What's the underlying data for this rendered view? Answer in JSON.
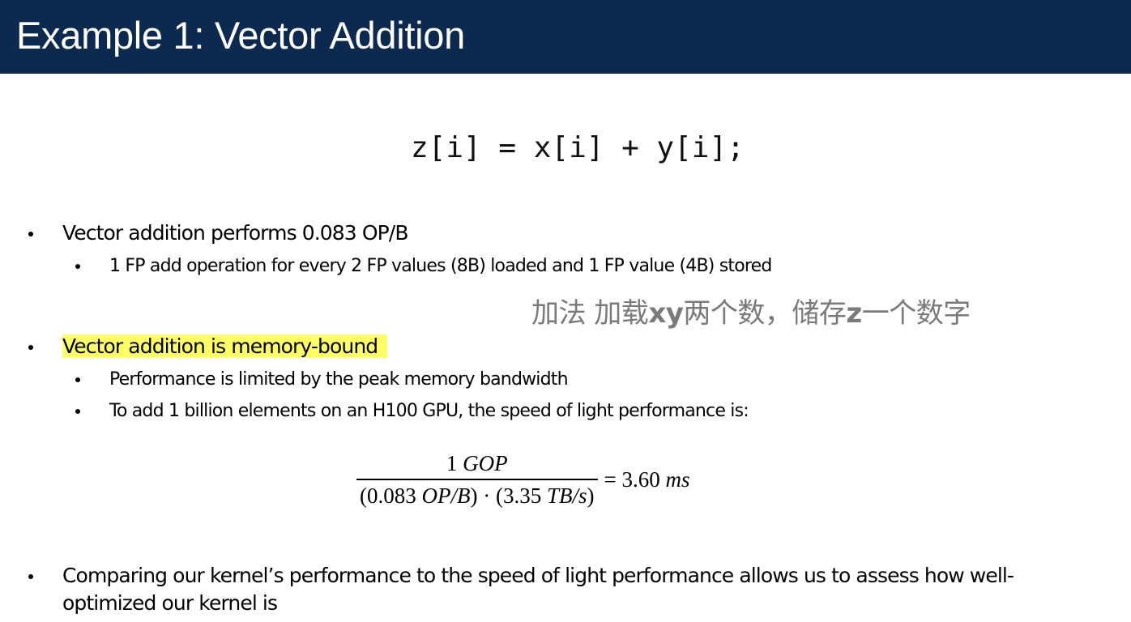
{
  "slide": {
    "title": "Example 1: Vector Addition",
    "code": "z[i] = x[i] + y[i];",
    "bullets": [
      {
        "text": "Vector addition performs 0.083 OP/B",
        "sub": [
          "1 FP add operation for every 2 FP values (8B) loaded and 1 FP value (4B) stored"
        ]
      },
      {
        "text": "Vector addition is memory-bound",
        "highlighted": true,
        "highlight_color": "#ffff66",
        "sub": [
          "Performance is limited by the peak memory bandwidth",
          "To add 1 billion elements on an H100 GPU, the speed of light performance is:"
        ]
      },
      {
        "text_line1": "Comparing our kernel’s performance to the speed of light performance allows us to assess how well-",
        "text_line2": "optimized our kernel is"
      }
    ],
    "annotation": {
      "part1": "加法 加载",
      "bold1": "xy",
      "part2": "两个数，储存",
      "bold2": "z",
      "part3": "一个数字",
      "color": "#7a7a7a"
    },
    "formula": {
      "numerator_value": "1",
      "numerator_unit": "GOP",
      "denominator_a_value": "(0.083",
      "denominator_a_unit": "OP/B",
      "denominator_mid": ") · (3.35",
      "denominator_b_unit": "TB/s",
      "denominator_close": ")",
      "equals": "= 3.60",
      "result_unit": "ms"
    },
    "colors": {
      "title_bar": "#0c2a4f",
      "title_text": "#ffffff"
    }
  }
}
